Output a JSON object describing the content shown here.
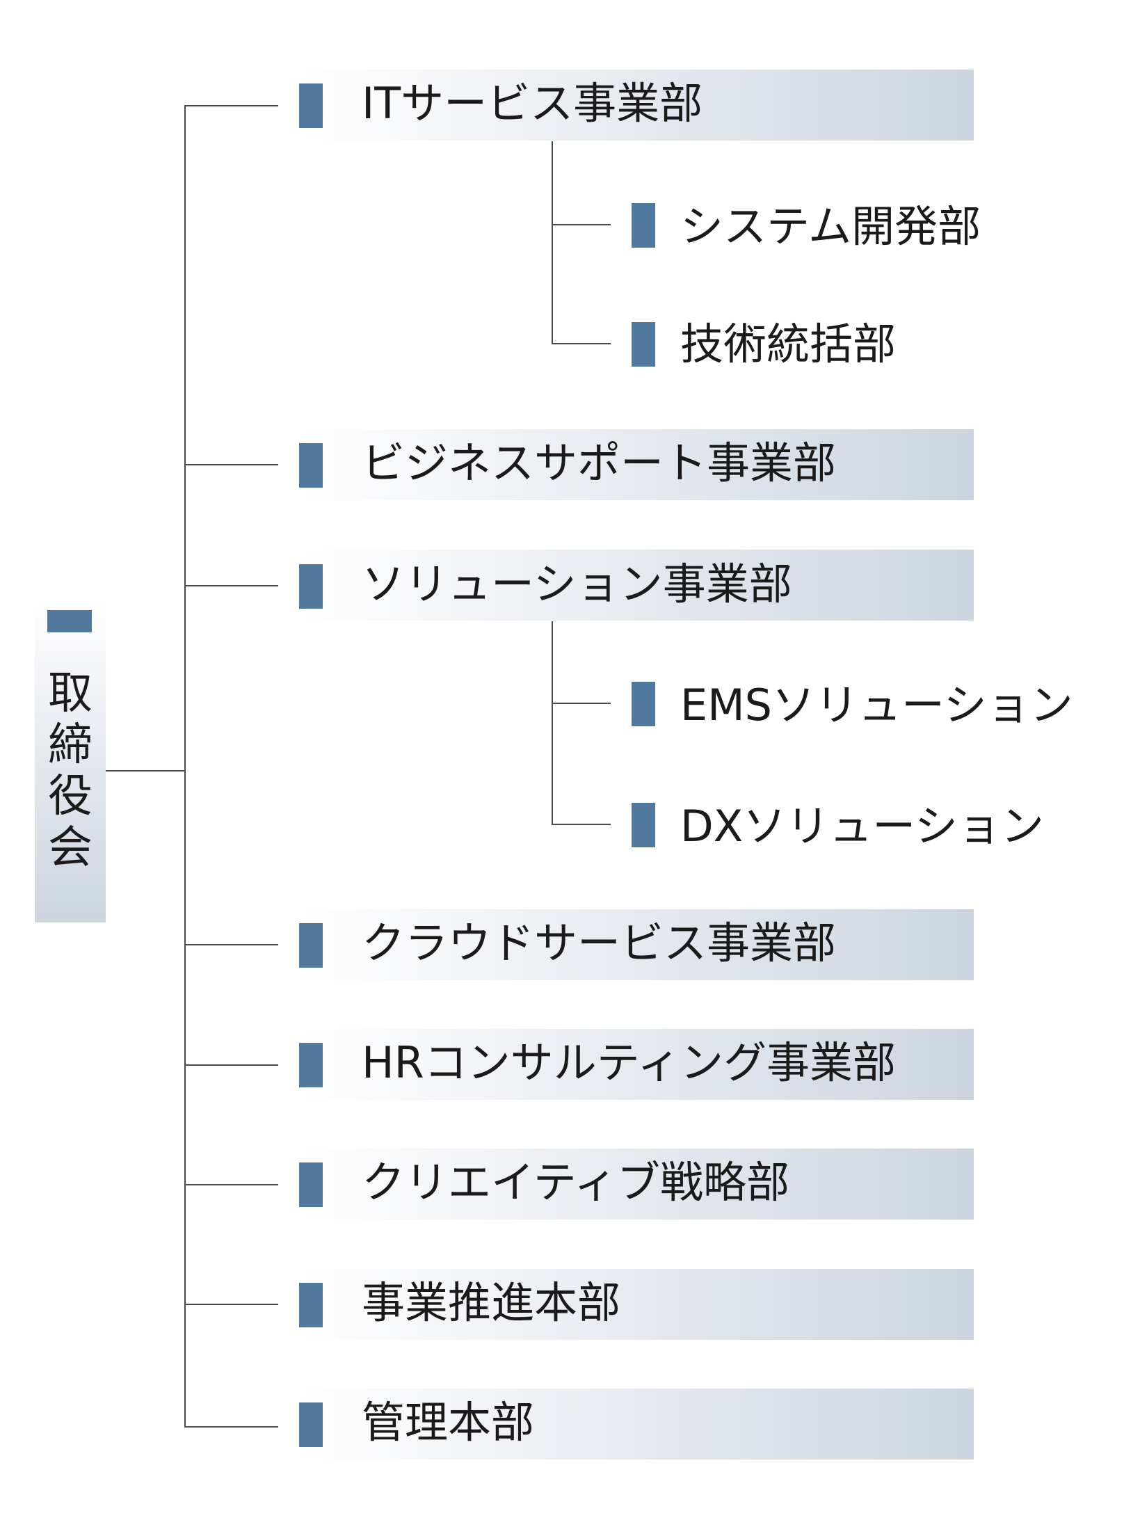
{
  "root": {
    "chars": [
      "取",
      "締",
      "役",
      "会"
    ]
  },
  "divisions": [
    {
      "label": "ITサービス事業部"
    },
    {
      "label": "システム開発部"
    },
    {
      "label": "技術統括部"
    },
    {
      "label": "ビジネスサポート事業部"
    },
    {
      "label": "ソリューション事業部"
    },
    {
      "label": "EMSソリューション"
    },
    {
      "label": "DXソリューション"
    },
    {
      "label": "クラウドサービス事業部"
    },
    {
      "label": "HRコンサルティング事業部"
    },
    {
      "label": "クリエイティブ戦略部"
    },
    {
      "label": "事業推進本部"
    },
    {
      "label": "管理本部"
    }
  ],
  "colors": {
    "marker": "#51799d",
    "gradient_end": "#ccd5df",
    "line": "#4a4a4a"
  }
}
